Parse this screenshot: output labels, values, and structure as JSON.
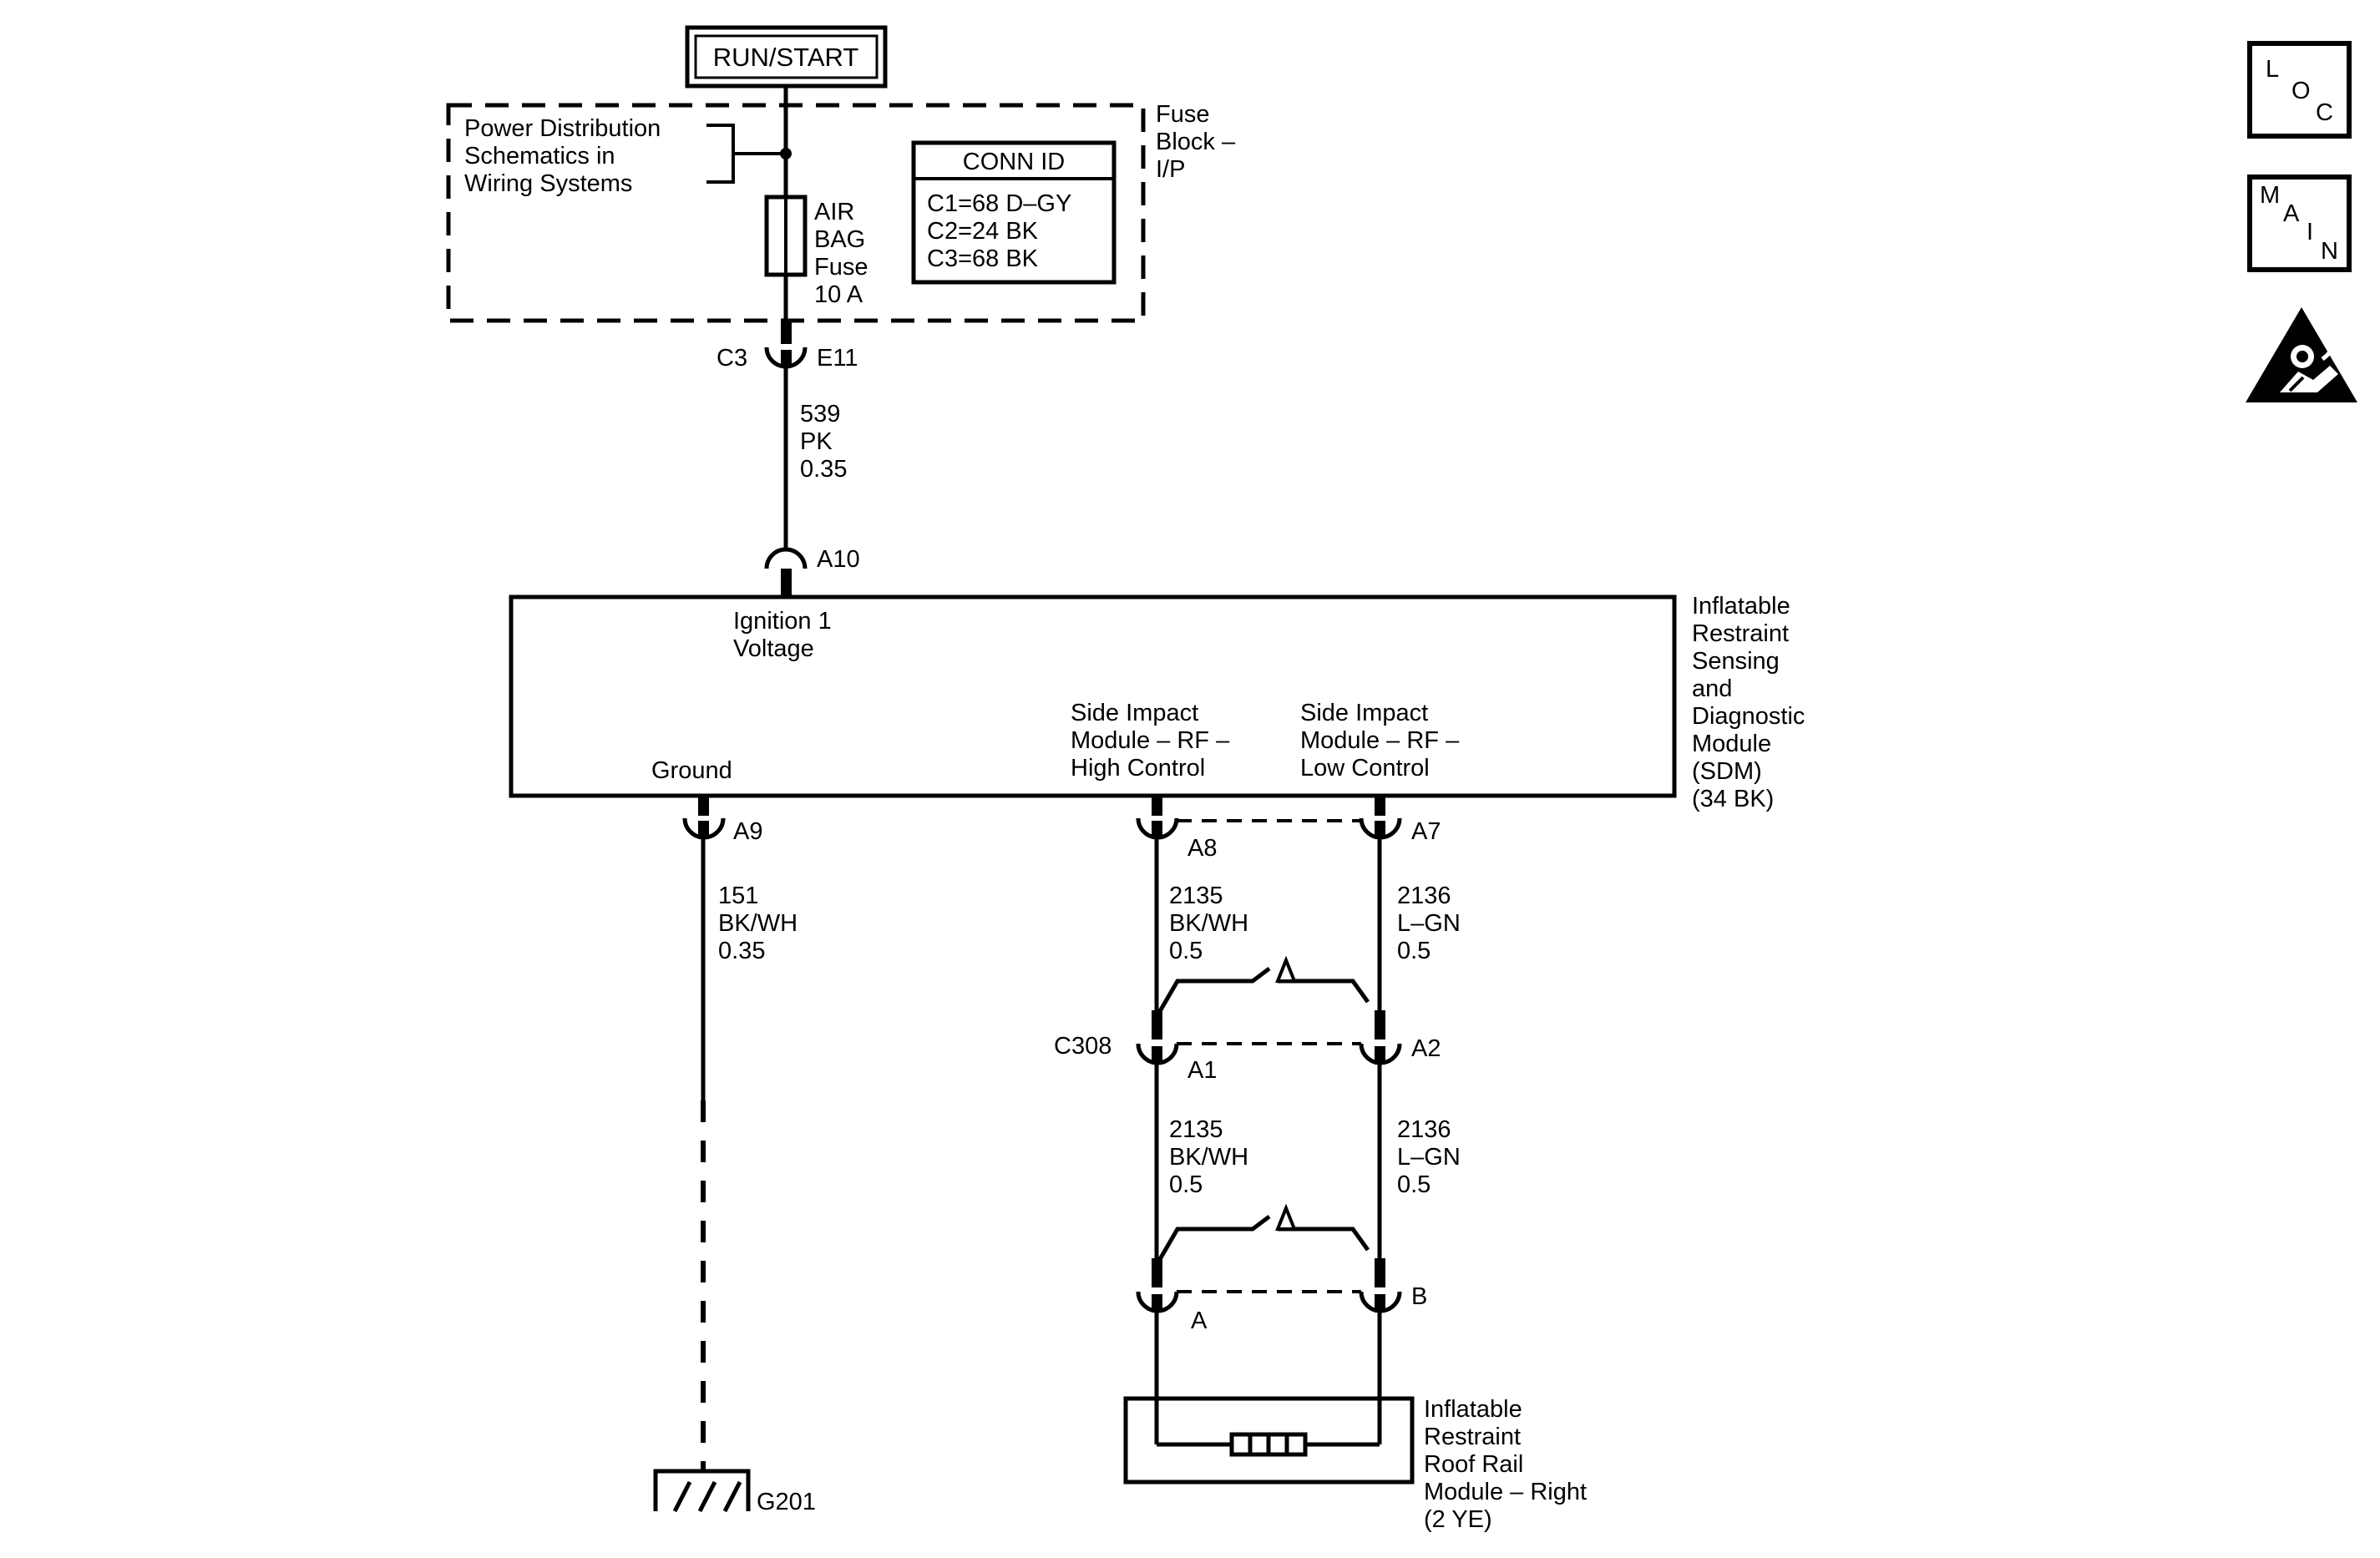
{
  "power": {
    "run_start": "RUN/START",
    "ref_lines": [
      "Power Distribution",
      "Schematics in",
      "Wiring Systems"
    ],
    "fuse_block_lines": [
      "Fuse",
      "Block –",
      "I/P"
    ],
    "conn_id_title": "CONN ID",
    "conn_ids": [
      "C1=68 D–GY",
      "C2=24 BK",
      "C3=68 BK"
    ],
    "fuse_lines": [
      "AIR",
      "BAG",
      "Fuse",
      "10 A"
    ]
  },
  "connectors": {
    "c3": "C3",
    "e11": "E11",
    "a10": "A10",
    "a9": "A9",
    "a8": "A8",
    "a7": "A7",
    "c308": "C308",
    "a1": "A1",
    "a2": "A2",
    "pin_a": "A",
    "pin_b": "B"
  },
  "wires": {
    "w539": [
      "539",
      "PK",
      "0.35"
    ],
    "w151": [
      "151",
      "BK/WH",
      "0.35"
    ],
    "w2135_upper": [
      "2135",
      "BK/WH",
      "0.5"
    ],
    "w2136_upper": [
      "2136",
      "L–GN",
      "0.5"
    ],
    "w2135_lower": [
      "2135",
      "BK/WH",
      "0.5"
    ],
    "w2136_lower": [
      "2136",
      "L–GN",
      "0.5"
    ]
  },
  "sdm": {
    "name_lines": [
      "Inflatable",
      "Restraint",
      "Sensing",
      "and",
      "Diagnostic",
      "Module",
      "(SDM)",
      "(34 BK)"
    ],
    "ignition_lines": [
      "Ignition 1",
      "Voltage"
    ],
    "ground_label": "Ground",
    "high_control_lines": [
      "Side Impact",
      "Module – RF –",
      "High Control"
    ],
    "low_control_lines": [
      "Side Impact",
      "Module – RF –",
      "Low Control"
    ]
  },
  "roof_rail_module": {
    "name_lines": [
      "Inflatable",
      "Restraint",
      "Roof Rail",
      "Module – Right",
      "(2 YE)"
    ]
  },
  "ground": {
    "label": "G201"
  },
  "nav": {
    "loc": [
      "L",
      "O",
      "C"
    ],
    "main": [
      "M",
      "A",
      "I",
      "N"
    ],
    "warning_icon": "airbag-warning-icon"
  }
}
